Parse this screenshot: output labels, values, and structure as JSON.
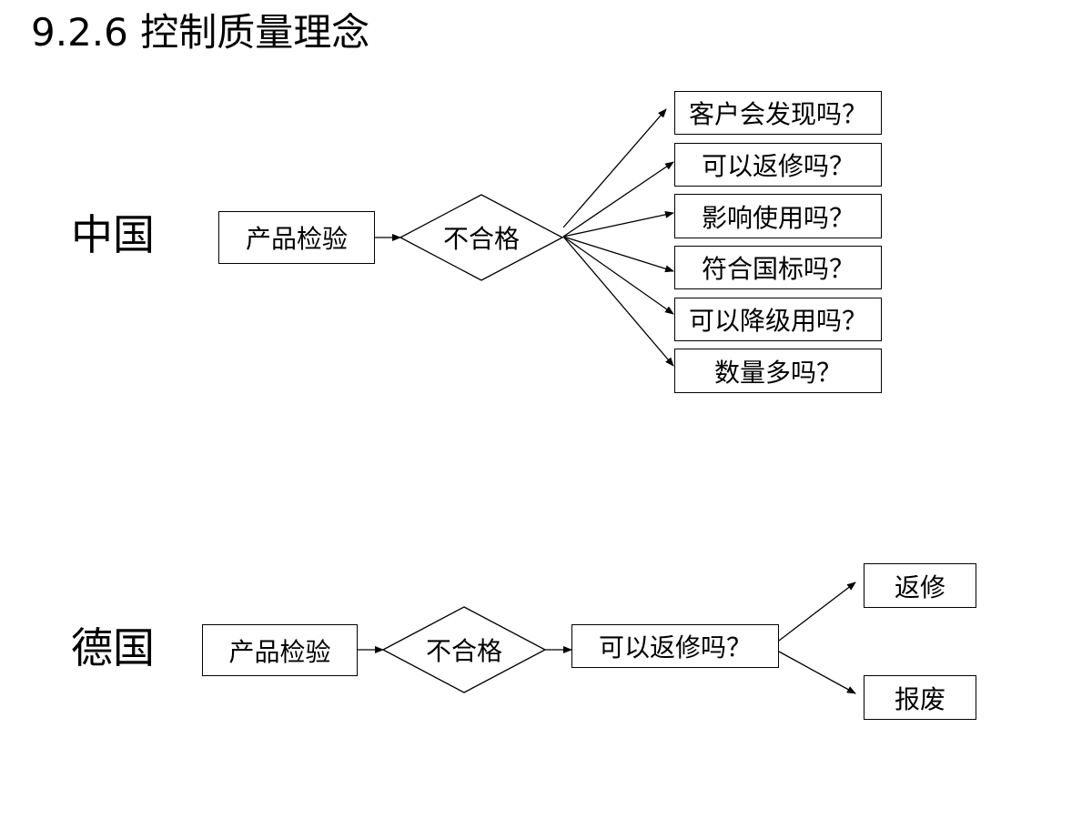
{
  "title": "9.2.6 控制质量理念",
  "china": {
    "label": "中国",
    "inspection": "产品检验",
    "decision": "不合格",
    "questions": [
      "客户会发现吗？",
      "可以返修吗？",
      "影响使用吗？",
      "符合国标吗？",
      "可以降级用吗？",
      "数量多吗？"
    ]
  },
  "germany": {
    "label": "德国",
    "inspection": "产品检验",
    "decision": "不合格",
    "question": "可以返修吗？",
    "outcomes": [
      "返修",
      "报废"
    ]
  }
}
